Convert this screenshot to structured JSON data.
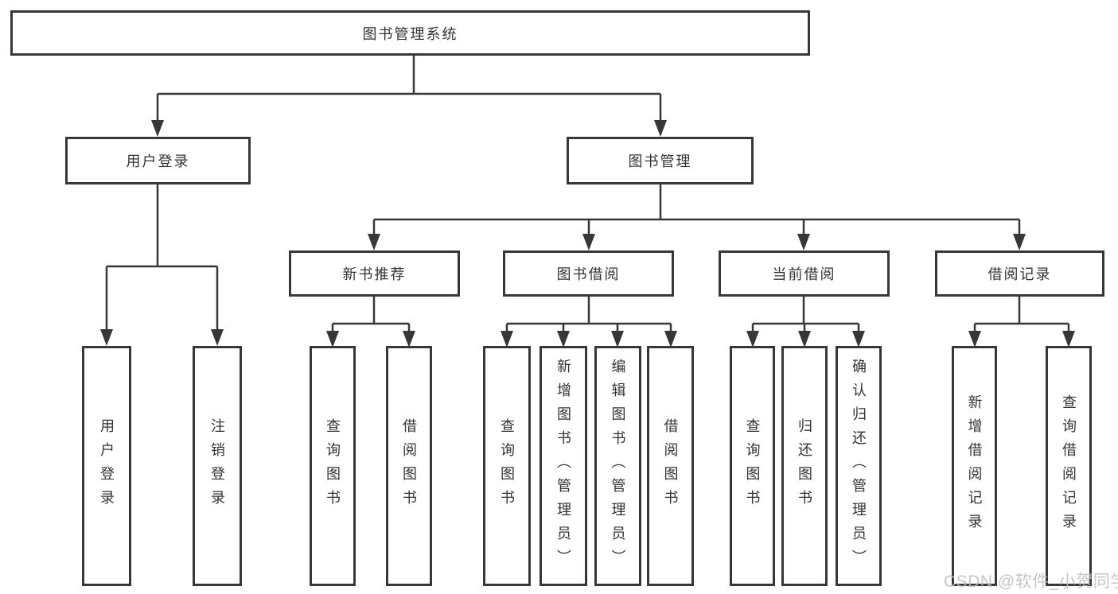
{
  "nodes": {
    "root": {
      "label": "图书管理系统"
    },
    "user_login": {
      "label": "用户登录"
    },
    "book_management": {
      "label": "图书管理"
    },
    "new_book_recommend": {
      "label": "新书推荐"
    },
    "book_borrow": {
      "label": "图书借阅"
    },
    "current_borrow": {
      "label": "当前借阅"
    },
    "borrow_records": {
      "label": "借阅记录"
    },
    "leaf_user_login": {
      "label": "用户登录"
    },
    "leaf_logout": {
      "label": "注销登录"
    },
    "leaf_nb_query": {
      "label": "查询图书"
    },
    "leaf_nb_borrow": {
      "label": "借阅图书"
    },
    "leaf_bb_query": {
      "label": "查询图书"
    },
    "leaf_bb_add": {
      "label": "新增图书（管理员）"
    },
    "leaf_bb_edit": {
      "label": "编辑图书（管理员）"
    },
    "leaf_bb_borrow": {
      "label": "借阅图书"
    },
    "leaf_cb_query": {
      "label": "查询图书"
    },
    "leaf_cb_return": {
      "label": "归还图书"
    },
    "leaf_cb_confirm": {
      "label": "确认归还（管理员）"
    },
    "leaf_br_add": {
      "label": "新增借阅记录"
    },
    "leaf_br_query": {
      "label": "查询借阅记录"
    }
  },
  "watermark": {
    "text": "CSDN @软件_小贺同学"
  },
  "colors": {
    "line": "#373737",
    "text": "#333333",
    "watermark": "#bdbdbd",
    "background": "#ffffff"
  }
}
